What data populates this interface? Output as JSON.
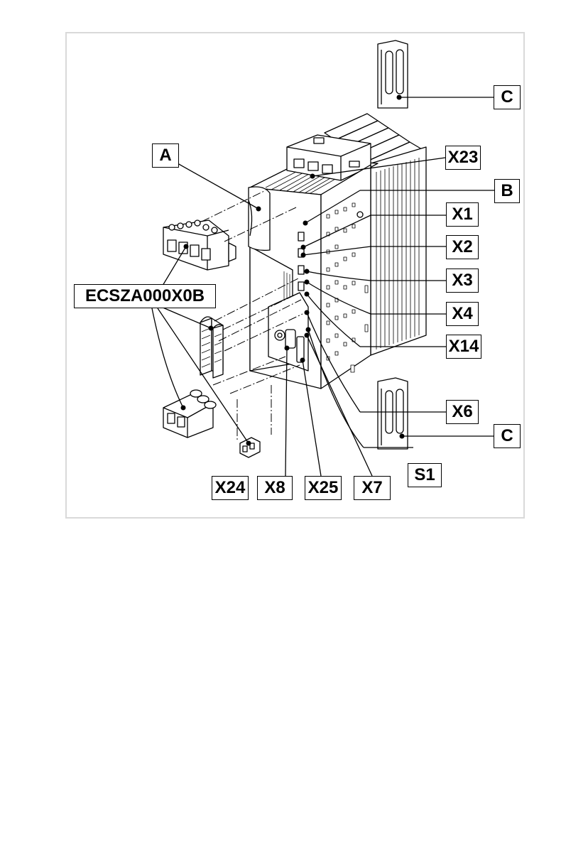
{
  "diagram": {
    "labels": {
      "A": "A",
      "B": "B",
      "C_top": "C",
      "C_bottom": "C",
      "X23": "X23",
      "X1": "X1",
      "X2": "X2",
      "X3": "X3",
      "X4": "X4",
      "X14": "X14",
      "X6": "X6",
      "S1": "S1",
      "X24": "X24",
      "X8": "X8",
      "X25": "X25",
      "X7": "X7",
      "accessory": "ECSZA000X0B"
    },
    "colors": {
      "line": "#000000",
      "frame": "#d9d9d9",
      "background": "#ffffff"
    }
  }
}
